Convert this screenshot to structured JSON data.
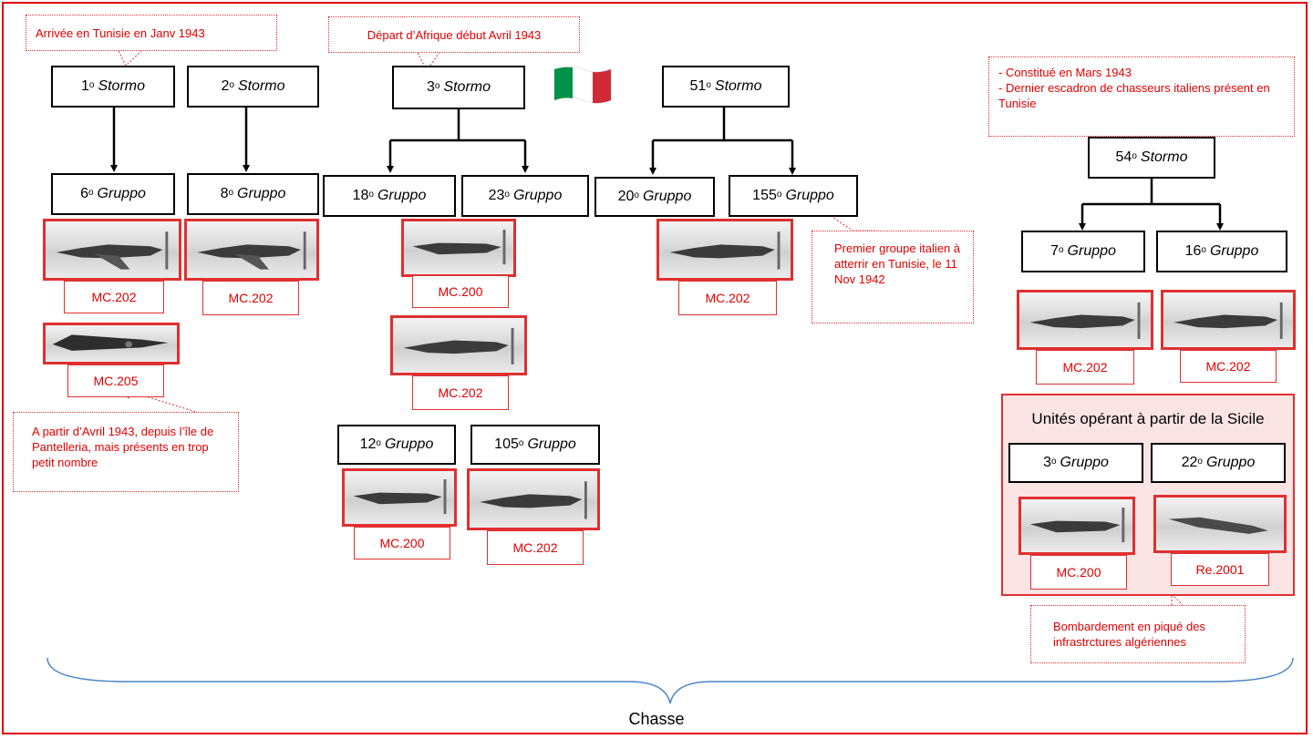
{
  "units": {
    "s1": {
      "num": "1",
      "sup": "o",
      "type": "Stormo"
    },
    "s2": {
      "num": "2",
      "sup": "o",
      "type": "Stormo"
    },
    "s3": {
      "num": "3",
      "sup": "o",
      "type": "Stormo"
    },
    "s51": {
      "num": "51",
      "sup": "o",
      "type": "Stormo"
    },
    "s54": {
      "num": "54",
      "sup": "o",
      "type": "Stormo"
    },
    "g6": {
      "num": "6",
      "sup": "o",
      "type": "Gruppo"
    },
    "g8": {
      "num": "8",
      "sup": "o",
      "type": "Gruppo"
    },
    "g18": {
      "num": "18",
      "sup": "o",
      "type": "Gruppo"
    },
    "g23": {
      "num": "23",
      "sup": "o",
      "type": "Gruppo"
    },
    "g20": {
      "num": "20",
      "sup": "o",
      "type": "Gruppo"
    },
    "g155": {
      "num": "155",
      "sup": "o",
      "type": "Gruppo"
    },
    "g7": {
      "num": "7",
      "sup": "o",
      "type": "Gruppo"
    },
    "g16": {
      "num": "16",
      "sup": "o",
      "type": "Gruppo"
    },
    "g12": {
      "num": "12",
      "sup": "o",
      "type": "Gruppo"
    },
    "g105": {
      "num": "105",
      "sup": "o",
      "type": "Gruppo"
    },
    "g3": {
      "num": "3",
      "sup": "o",
      "type": "Gruppo"
    },
    "g22": {
      "num": "22",
      "sup": "o",
      "type": "Gruppo"
    }
  },
  "models": {
    "m6": "MC.202",
    "m6b": "MC.205",
    "m8": "MC.202",
    "m18": "MC.200",
    "m23": "MC.202",
    "m155": "MC.202",
    "m12": "MC.200",
    "m105": "MC.202",
    "m7": "MC.202",
    "m16": "MC.202",
    "m3": "MC.200",
    "m22": "Re.2001"
  },
  "callouts": {
    "tunisie": "Arrivée en Tunisie en Janv 1943",
    "afrique": "Départ d’Afrique début Avril 1943",
    "s54_line1": "- Constitué en Mars 1943",
    "s54_line2": "- Dernier escadron de chasseurs italiens présent en Tunisie",
    "premier": "Premier groupe italien à atterrir en Tunisie, le 11 Nov 1942",
    "pantelleria": "A partir d’Avril 1943, depuis l’île de Pantelleria, mais présents en trop petit nombre",
    "bombardement": "Bombardement en piqué des infrastrctures algériennes"
  },
  "sicily_title": "Unités opérant à partir de la Sicile",
  "footer_label": "Chasse",
  "flag_colors": [
    "#009246",
    "#ffffff",
    "#ce2b37"
  ],
  "accent_color": "#e00000"
}
